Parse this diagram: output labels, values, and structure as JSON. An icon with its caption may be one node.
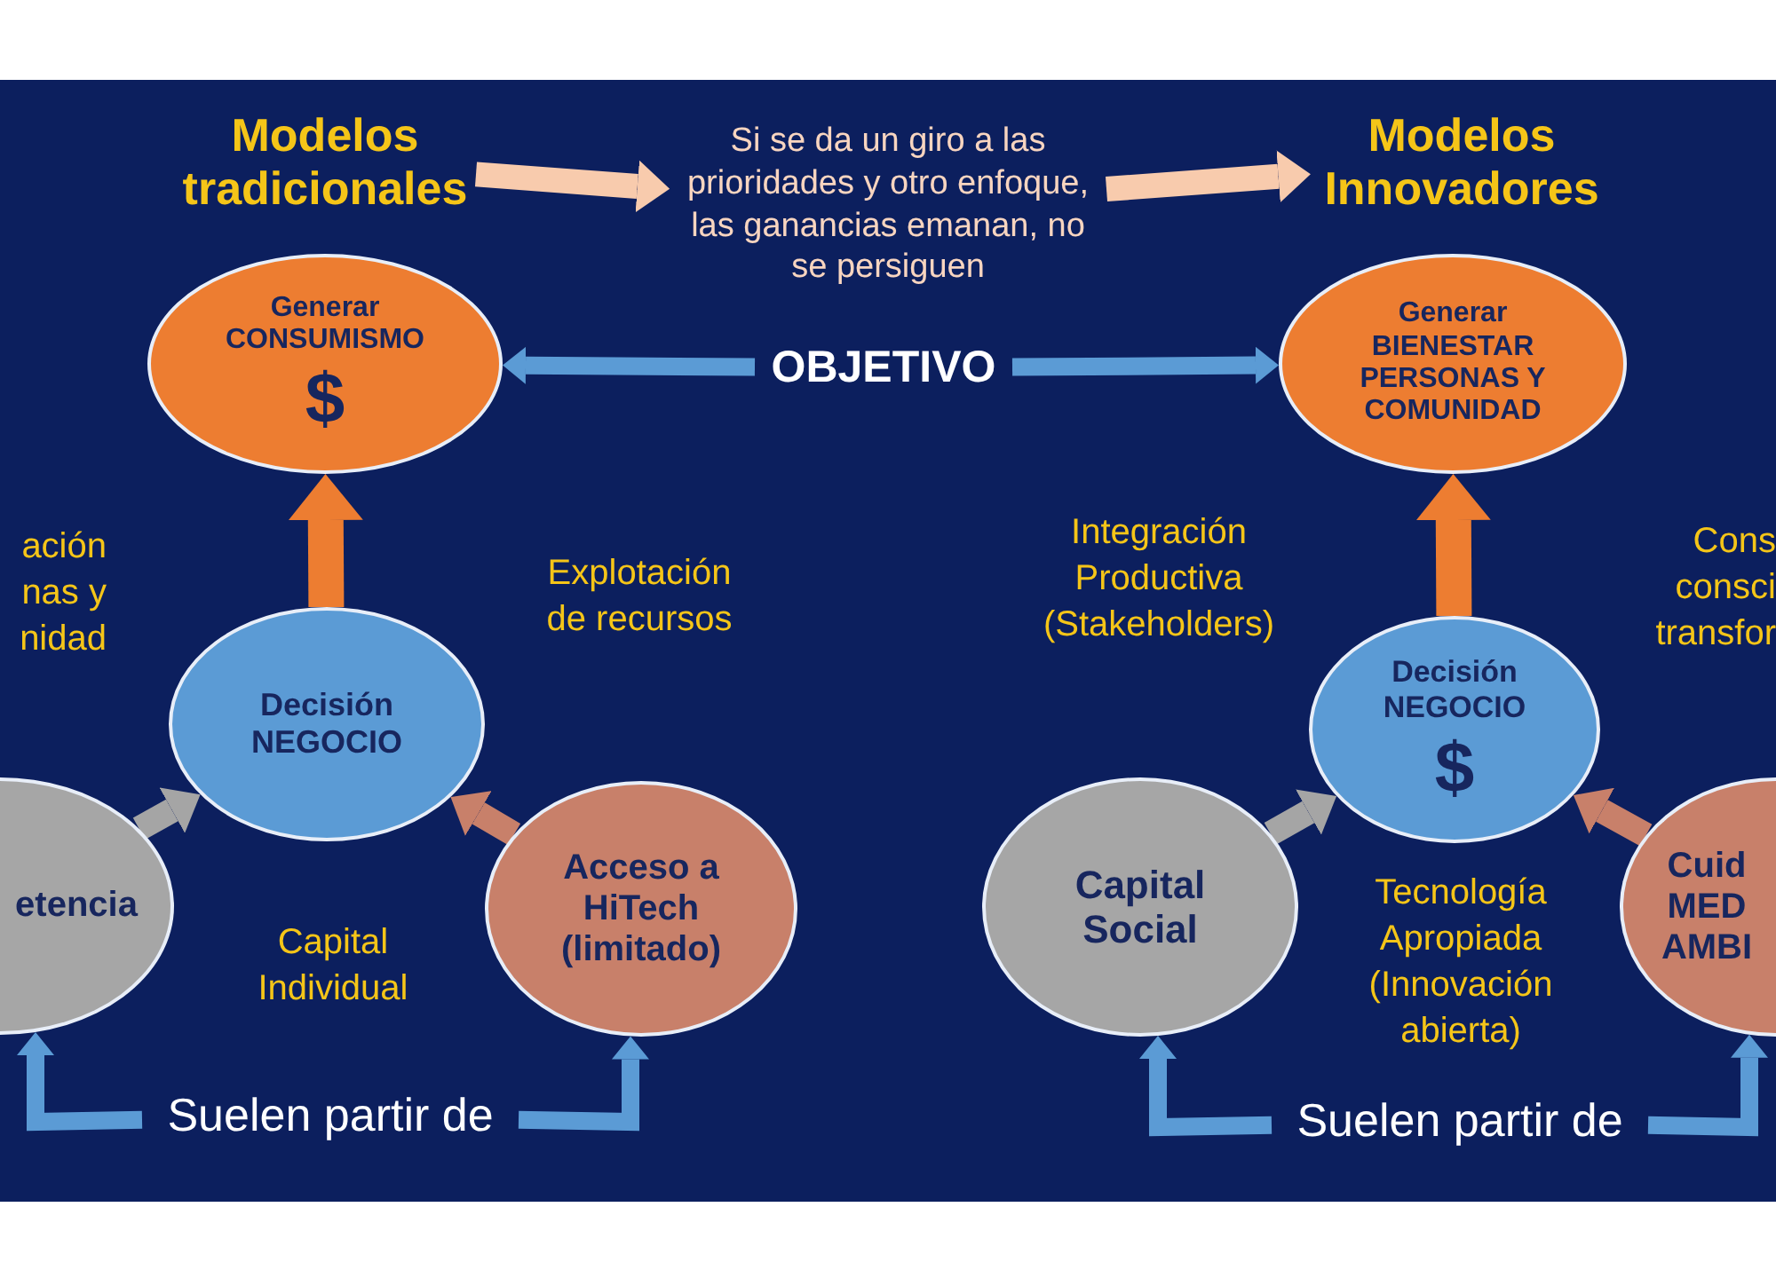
{
  "diagram": {
    "nodes": [
      {
        "text": [
          "Modelos tradicionales"
        ]
      },
      {
        "text": [
          "Si se da un giro a las prioridades y otro enfoque, las ganancias emanan, no se persiguen"
        ]
      },
      {
        "text": [
          "Modelos Innovadores"
        ]
      },
      {
        "text": [
          "Generar CONSUMISMO",
          "$"
        ]
      },
      {
        "text": [
          "OBJETIVO"
        ]
      },
      {
        "text": [
          "Generar BIENESTAR PERSONAS Y COMUNIDAD"
        ]
      },
      {
        "text": [
          "Decisión NEGOCIO"
        ]
      },
      {
        "text": [
          "etencia"
        ]
      },
      {
        "text": [
          "Acceso a HiTech (limitado)"
        ]
      },
      {
        "text": [
          "Decisión NEGOCIO",
          "$"
        ]
      },
      {
        "text": [
          "Capital Social"
        ]
      },
      {
        "text": [
          "Cuid MED AMBI"
        ]
      },
      {
        "text": [
          "Suelen partir de"
        ]
      },
      {
        "text": [
          "Suelen partir de"
        ]
      }
    ],
    "edges": [
      {
        "from": 0,
        "to": 1,
        "arrow": "to",
        "color": "#f8cbad"
      },
      {
        "from": 1,
        "to": 2,
        "arrow": "to",
        "color": "#f8cbad"
      },
      {
        "from": 4,
        "to": 3,
        "arrow": "to"
      },
      {
        "from": 4,
        "to": 5,
        "arrow": "to"
      },
      {
        "from": 6,
        "to": 3,
        "arrow": "to",
        "color": "#ed7d31"
      },
      {
        "from": 7,
        "to": 6,
        "arrow": "to",
        "color": "#a5a5a5"
      },
      {
        "from": 8,
        "to": 6,
        "arrow": "to",
        "color": "#c8806a"
      },
      {
        "from": 9,
        "to": 5,
        "arrow": "to",
        "color": "#ed7d31"
      },
      {
        "from": 10,
        "to": 9,
        "arrow": "to",
        "color": "#a5a5a5"
      },
      {
        "from": 11,
        "to": 9,
        "arrow": "to",
        "color": "#c8806a"
      },
      {
        "from": 12,
        "to": 7,
        "arrow": "to"
      },
      {
        "from": 12,
        "to": 8,
        "arrow": "to"
      },
      {
        "from": 13,
        "to": 10,
        "arrow": "to"
      },
      {
        "from": 13,
        "to": 11,
        "arrow": "to"
      }
    ],
    "labels": [
      "ación nas y nidad",
      "Explotación de recursos",
      "Capital Individual",
      "Integración Productiva (Stakeholders)",
      "Cons consci transfor",
      "Tecnología Apropiada (Innovación abierta)"
    ]
  }
}
